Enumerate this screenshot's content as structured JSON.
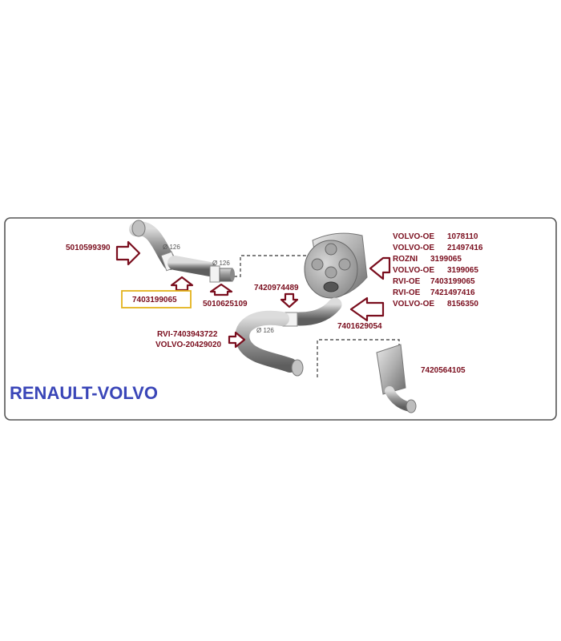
{
  "brand_title": "RENAULT-VOLVO",
  "highlighted_part": "7403199065",
  "part_labels": {
    "upper_bend": "5010599390",
    "upper_clamp": "5010625109",
    "mid_clamp": "7420974489",
    "lower_bend_rvi": "RVI-7403943722",
    "lower_bend_volvo": "VOLVO-20429020",
    "elbow": "7401629054",
    "end_silencer": "7420564105"
  },
  "diameters": {
    "upper_bend": "Ø 126",
    "upper_clamp": "Ø 126",
    "lower_bend": "Ø 126"
  },
  "silencer_refs": [
    {
      "brand": "VOLVO-OE",
      "number": "1078110"
    },
    {
      "brand": "VOLVO-OE",
      "number": "21497416"
    },
    {
      "brand": "ROZNI",
      "number": "3199065"
    },
    {
      "brand": "VOLVO-OE",
      "number": "3199065"
    },
    {
      "brand": "RVI-OE",
      "number": "7403199065"
    },
    {
      "brand": "RVI-OE",
      "number": "7421497416"
    },
    {
      "brand": "VOLVO-OE",
      "number": "8156350"
    }
  ],
  "colors": {
    "arrow": "#7a0e1e",
    "highlight_border": "#e3b31c",
    "brand_text": "#3a46b8",
    "frame": "#555555"
  }
}
